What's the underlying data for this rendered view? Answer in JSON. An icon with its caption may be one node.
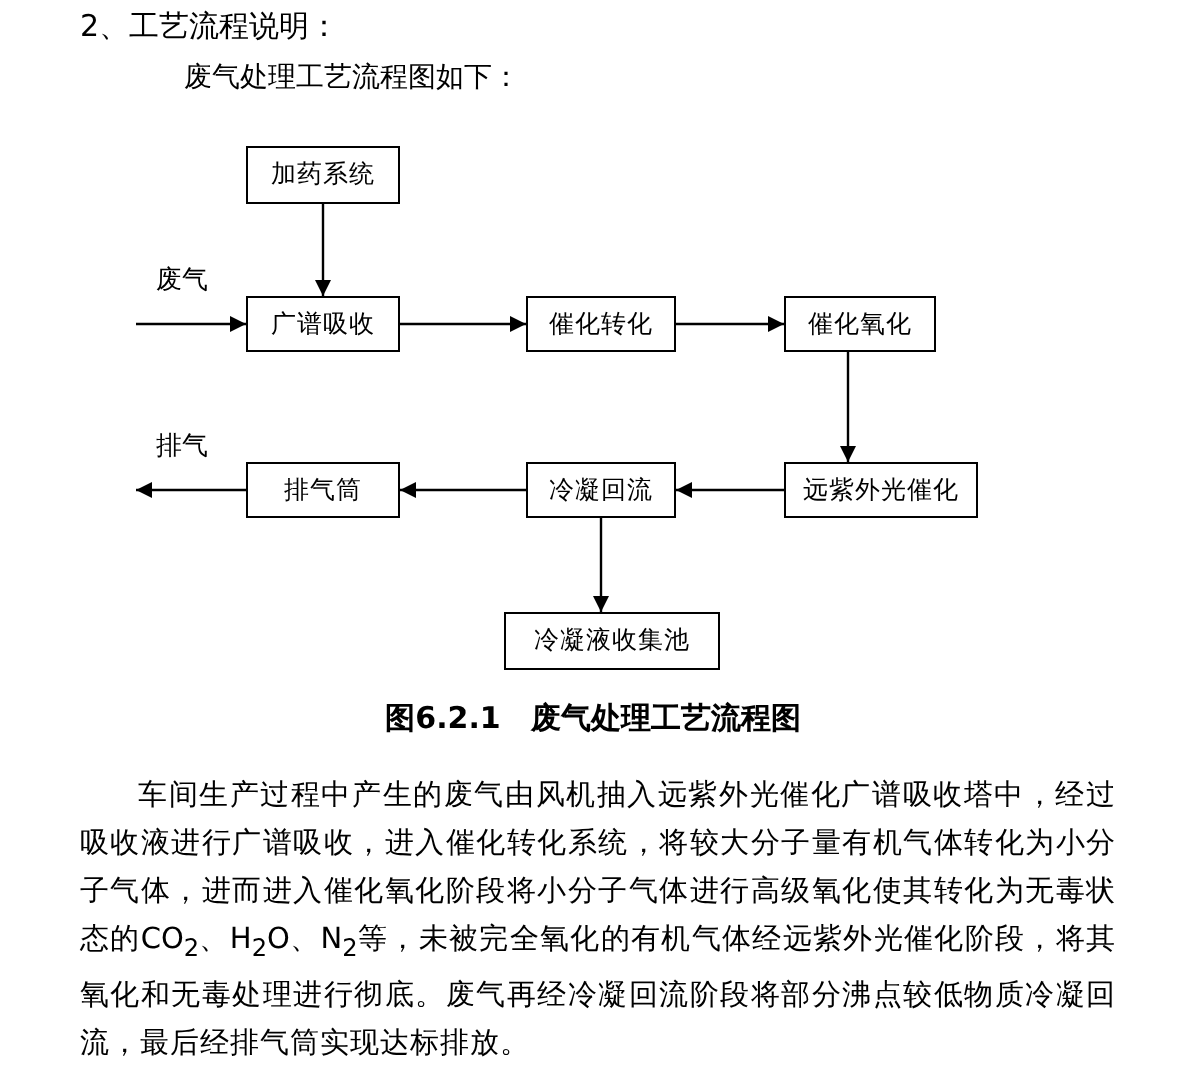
{
  "diagram": {
    "title": "2、工艺流程说明：",
    "caption": "图6.2.1　废气处理工艺流程图",
    "nodes": [
      {
        "text": [
          "加药系统"
        ]
      },
      {
        "text": [
          "广谱吸收"
        ]
      },
      {
        "text": [
          "催化转化"
        ]
      },
      {
        "text": [
          "催化氧化"
        ]
      },
      {
        "text": [
          "远紫外光催化"
        ]
      },
      {
        "text": [
          "冷凝回流"
        ]
      },
      {
        "text": [
          "排气筒"
        ]
      },
      {
        "text": [
          "冷凝液收集池"
        ]
      }
    ],
    "edges": [
      {
        "from": 0,
        "to": 1,
        "arrow": "to"
      },
      {
        "from": null,
        "to": 1,
        "arrow": "to"
      },
      {
        "from": 1,
        "to": 2,
        "arrow": "to"
      },
      {
        "from": 2,
        "to": 3,
        "arrow": "to"
      },
      {
        "from": 3,
        "to": 4,
        "arrow": "to"
      },
      {
        "from": 4,
        "to": 5,
        "arrow": "to"
      },
      {
        "from": 5,
        "to": 6,
        "arrow": "to"
      },
      {
        "from": 6,
        "to": null,
        "arrow": "to"
      },
      {
        "from": 5,
        "to": 7,
        "arrow": "to"
      }
    ],
    "labels": [
      "废气处理工艺流程图如下：",
      "废气",
      "排气",
      "车间生产过程中产生的废气由风机抽入远紫外光催化广谱吸收塔中，经过吸收液进行广谱吸收，进入催化转化系统，将较大分子量有机气体转化为小分子气体，进而进入催化氧化阶段将小分子气体进行高级氧化使其转化为无毒状态的CO$_{2}$、H$_{2}$O、N$_{2}$等，未被完全氧化的有机气体经远紫外光催化阶段，将其氧化和无毒处理进行彻底。废气再经冷凝回流阶段将部分沸点较低物质冷凝回流，最后经排气筒实现达标排放。"
    ]
  }
}
